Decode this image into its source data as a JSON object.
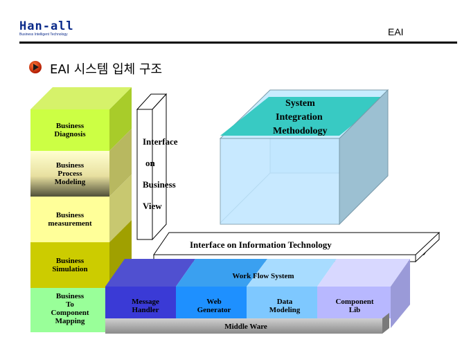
{
  "header": {
    "logo_text": "Han-all",
    "logo_sub": "Business Intelligent Technology",
    "section_code": "EAI"
  },
  "title": "EAI 시스템 입체 구조",
  "left_stack": [
    "Business\nDiagnosis",
    "Business\nProcess\nModeling",
    "Business\nmeasurement",
    "Business\nSimulation",
    "Business\nTo\nComponent\nMapping"
  ],
  "interface_business": [
    "Interface",
    "on",
    "Business",
    "View"
  ],
  "methodology": [
    "System",
    "Integration",
    "Methodology"
  ],
  "interface_it": "Interface on Information Technology",
  "workflow": "Work Flow System",
  "modules": [
    {
      "label": "Message\nHandler",
      "color": "#3a3ad6"
    },
    {
      "label": "Web\nGenerator",
      "color": "#1e90ff"
    },
    {
      "label": "Data\nModeling",
      "color": "#7ec8ff"
    },
    {
      "label": "Component\nLib",
      "color": "#b8b8ff"
    }
  ],
  "middleware": "Middle Ware"
}
